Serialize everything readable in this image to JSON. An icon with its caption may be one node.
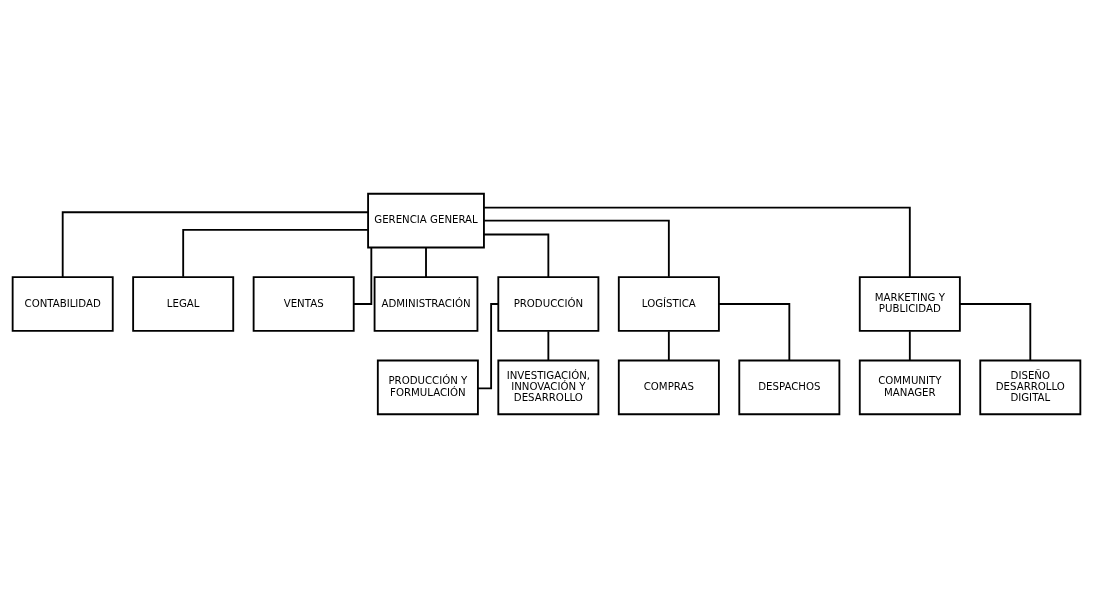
{
  "diagram": {
    "nodes": [
      {
        "text": [
          "GERENCIA GENERAL"
        ]
      },
      {
        "text": [
          "CONTABILIDAD"
        ]
      },
      {
        "text": [
          "LEGAL"
        ]
      },
      {
        "text": [
          "VENTAS"
        ]
      },
      {
        "text": [
          "ADMINISTRACIÓN"
        ]
      },
      {
        "text": [
          "PRODUCCIÓN"
        ]
      },
      {
        "text": [
          "LOGÍSTICA"
        ]
      },
      {
        "text": [
          "MARKETING Y PUBLICIDAD"
        ]
      },
      {
        "text": [
          "PRODUCCIÓN Y FORMULACIÓN"
        ]
      },
      {
        "text": [
          "INVESTIGACIÓN, INNOVACIÓN Y DESARROLLO"
        ]
      },
      {
        "text": [
          "COMPRAS"
        ]
      },
      {
        "text": [
          "DESPACHOS"
        ]
      },
      {
        "text": [
          "COMMUNITY MANAGER"
        ]
      },
      {
        "text": [
          "DISEÑO DESARROLLO DIGITAL"
        ]
      }
    ],
    "edges": [
      {
        "from": 0,
        "to": 1,
        "arrow": "none"
      },
      {
        "from": 0,
        "to": 2,
        "arrow": "none"
      },
      {
        "from": 0,
        "to": 3,
        "arrow": "none"
      },
      {
        "from": 0,
        "to": 4,
        "arrow": "none"
      },
      {
        "from": 0,
        "to": 5,
        "arrow": "none"
      },
      {
        "from": 0,
        "to": 6,
        "arrow": "none"
      },
      {
        "from": 0,
        "to": 7,
        "arrow": "none"
      },
      {
        "from": 5,
        "to": 8,
        "arrow": "none"
      },
      {
        "from": 5,
        "to": 9,
        "arrow": "none"
      },
      {
        "from": 6,
        "to": 10,
        "arrow": "none"
      },
      {
        "from": 6,
        "to": 11,
        "arrow": "none"
      },
      {
        "from": 7,
        "to": 12,
        "arrow": "none"
      },
      {
        "from": 7,
        "to": 13,
        "arrow": "none"
      }
    ]
  }
}
